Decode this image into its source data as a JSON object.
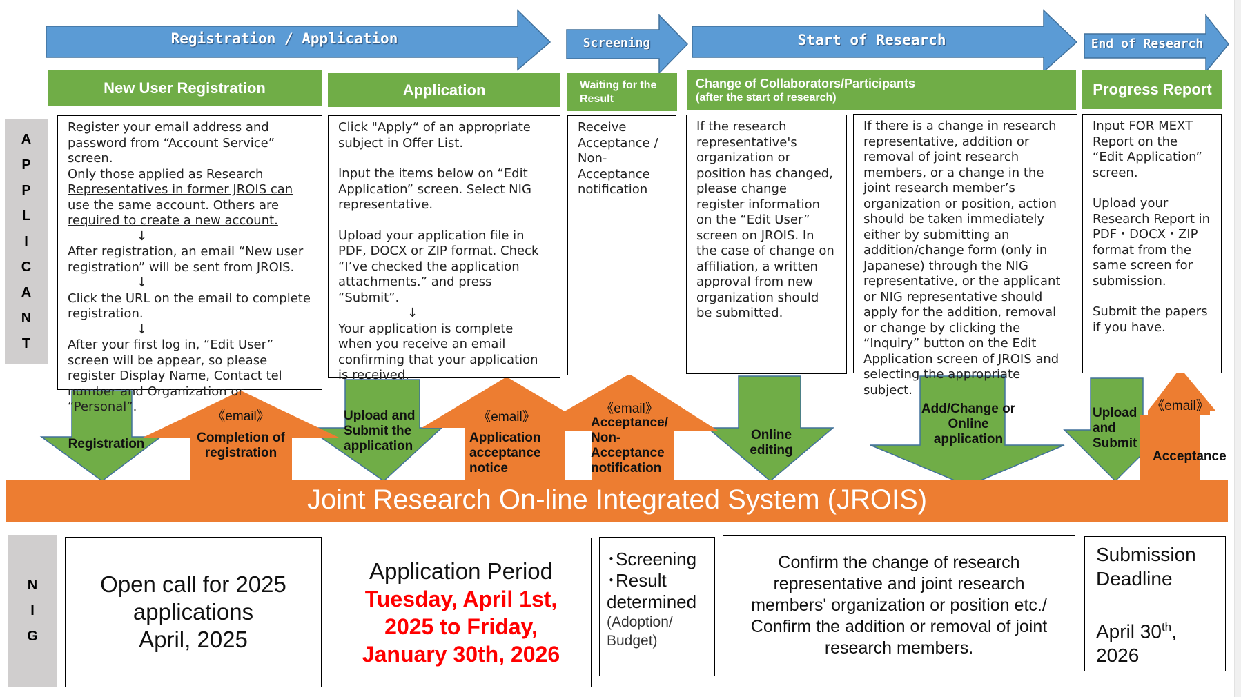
{
  "colors": {
    "phase_arrow": "#5b9bd5",
    "phase_arrow_border": "#41719c",
    "header_green": "#70ad47",
    "side_gray": "#d0cece",
    "orange": "#ed7d31",
    "highlight_red": "#ff0000"
  },
  "phases": [
    {
      "label": "Registration / Application"
    },
    {
      "label": "Screening"
    },
    {
      "label": "Start of Research"
    },
    {
      "label": "End of Research"
    }
  ],
  "headers": [
    {
      "label": "New User Registration"
    },
    {
      "label": "Application"
    },
    {
      "label": "Waiting for the Result"
    },
    {
      "label": "Change of Collaborators/Participants",
      "sublabel": "(after the start of research)"
    },
    {
      "label": "Progress Report"
    }
  ],
  "applicant": {
    "side_label": [
      "A",
      "P",
      "P",
      "L",
      "I",
      "C",
      "A",
      "N",
      "T"
    ],
    "boxes": {
      "registration": {
        "intro": "Register your email address and password from “Account Service” screen.",
        "underlined": "Only those applied as Research Representatives in former JROIS can use the same account. Others are required to create a new account.",
        "step2": "After registration, an email “New user registration” will be sent from JROIS.",
        "step3": "Click the URL on the email to complete registration.",
        "step4": "After your first log in, “Edit User” screen will be appear, so please register Display Name, Contact tel number and Organization or “Personal”.",
        "arrow": "↓"
      },
      "application": {
        "p1": "Click \"Apply“ of an appropriate subject in Offer List.",
        "p2": "Input the items below on “Edit Application” screen. Select NIG representative.",
        "p3": "Upload your application file in PDF, DOCX or ZIP format. Check “I’ve checked the application attachments.” and press “Submit”.",
        "p4": "Your application is complete when you receive an email confirming that your application is received.",
        "arrow": "↓"
      },
      "waiting": {
        "text": "Receive Acceptance / Non-Acceptance notification"
      },
      "change_user": {
        "text": "If the research representative's organization or position has changed, please change register information on the “Edit User” screen on JROIS. In the case of change on affiliation, a written approval from new organization should be submitted."
      },
      "change_members": {
        "text": "If there is a change in research representative, addition or removal of joint research members, or a change in the joint research member’s organization or position, action should be taken immediately either by submitting an addition/change form (only in Japanese) through the NIG representative, or the applicant or NIG representative should apply for the addition, removal or change by clicking the “Inquiry” button on the Edit Application screen of JROIS and selecting the appropriate subject."
      },
      "progress": {
        "p1": "Input FOR MEXT Report on the “Edit Application” screen.",
        "p2": "Upload your Research Report in PDF・DOCX・ZIP format from the same screen for submission.",
        "p3": "Submit the papers if you have."
      }
    }
  },
  "flow_arrows": {
    "registration": "Registration",
    "completion_email": "《email》",
    "completion": "Completion of registration",
    "upload_submit": "Upload and Submit the application",
    "acceptance_email": "《email》",
    "acceptance_notice": "Application acceptance notice",
    "result_email": "《email》",
    "result_notice": "Acceptance/ Non- Acceptance notification",
    "online_editing": "Online editing",
    "add_change": "Add/Change or Online application",
    "upload_submit_report": "Upload and Submit",
    "report_email": "《email》",
    "report_acceptance": "Acceptance"
  },
  "system_bar": {
    "label": "Joint Research On-line Integrated System (JROIS)"
  },
  "nig": {
    "side_label": [
      "N",
      "I",
      "G"
    ],
    "open_call": {
      "line1": "Open call for 2025",
      "line2": "applications",
      "line3": "April, 2025"
    },
    "period": {
      "title": "Application Period",
      "dates": "Tuesday, April 1st, 2025 to Friday, January 30th, 2026"
    },
    "screening": {
      "item1": "･Screening",
      "item2": "･Result",
      "item2b": "determined",
      "note": "(Adoption/ Budget)"
    },
    "confirm": {
      "text": "Confirm the change of research representative and joint research members' organization or position etc./ Confirm the addition or removal of joint research members."
    },
    "deadline": {
      "title": "Submission Deadline",
      "date_main": "April 30",
      "date_sup": "th",
      "date_tail": ",",
      "year": "2026"
    }
  }
}
